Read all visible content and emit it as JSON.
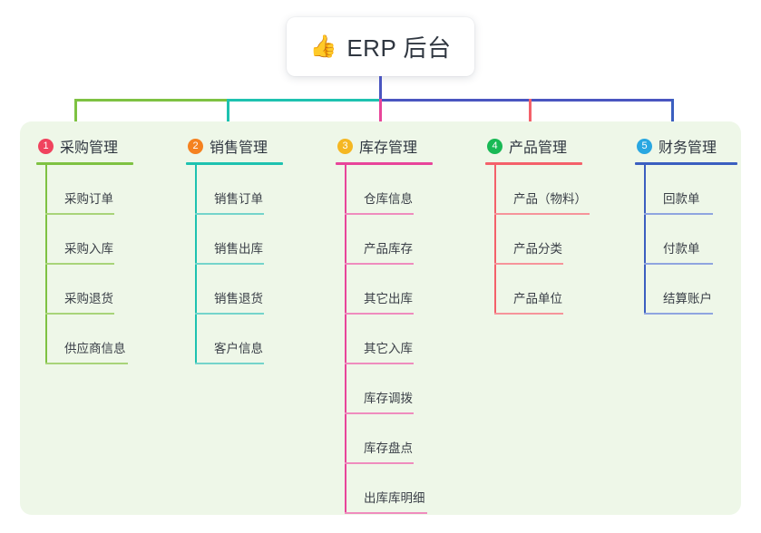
{
  "root": {
    "icon": "thumbs-up-icon",
    "emoji": "👍",
    "title": "ERP 后台"
  },
  "palette": {
    "panel_bg": "#eef7e8",
    "card_bg": "#ffffff",
    "text": "#2f3640",
    "root_stem": "#4a55c0",
    "bus_green": "#7ec242",
    "bus_teal": "#1ec2b0",
    "bus_indigo": "#4a55c0"
  },
  "columns": [
    {
      "number": "1",
      "title": "采购管理",
      "badge_color": "#f0435e",
      "line_color": "#7ec242",
      "leaf_color": "#a8d479",
      "drop_color": "#7ec242",
      "items": [
        "采购订单",
        "采购入库",
        "采购退货",
        "供应商信息"
      ]
    },
    {
      "number": "2",
      "title": "销售管理",
      "badge_color": "#f58220",
      "line_color": "#1ec2b0",
      "leaf_color": "#74d4cb",
      "drop_color": "#1ec2b0",
      "items": [
        "销售订单",
        "销售出库",
        "销售退货",
        "客户信息"
      ]
    },
    {
      "number": "3",
      "title": "库存管理",
      "badge_color": "#f5b722",
      "line_color": "#e8459a",
      "leaf_color": "#ef8cbe",
      "drop_color": "#e8459a",
      "items": [
        "仓库信息",
        "产品库存",
        "其它出库",
        "其它入库",
        "库存调拨",
        "库存盘点",
        "出库库明细"
      ]
    },
    {
      "number": "4",
      "title": "产品管理",
      "badge_color": "#19b955",
      "line_color": "#f4616a",
      "leaf_color": "#f6949a",
      "drop_color": "#f4616a",
      "items": [
        "产品（物料）",
        "产品分类",
        "产品单位"
      ]
    },
    {
      "number": "5",
      "title": "财务管理",
      "badge_color": "#29a7e1",
      "line_color": "#3b5fc0",
      "leaf_color": "#8fa5e0",
      "drop_color": "#3b5fc0",
      "items": [
        "回款单",
        "付款单",
        "结算账户"
      ]
    }
  ]
}
